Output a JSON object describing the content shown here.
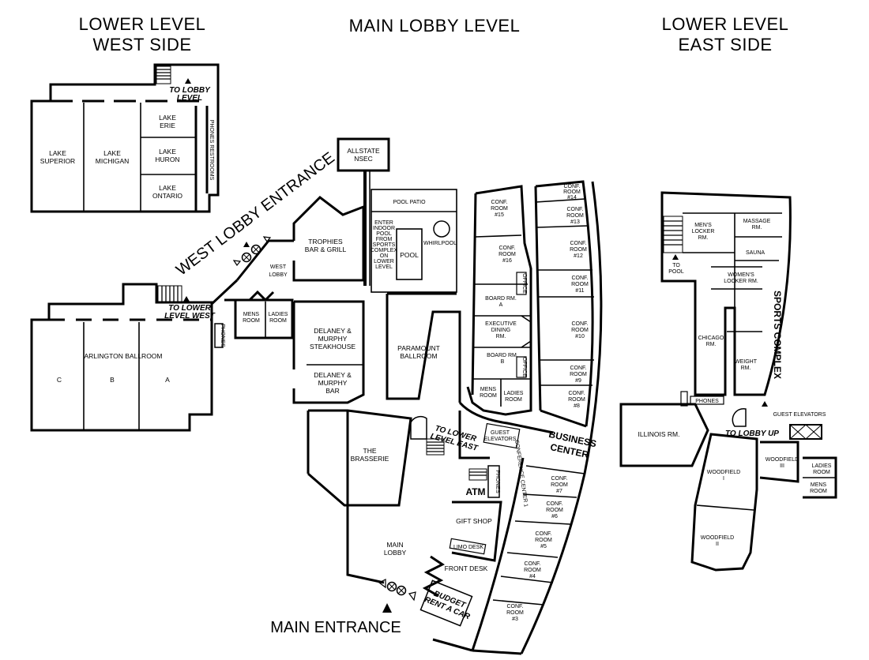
{
  "titles": {
    "west": [
      "LOWER LEVEL",
      "WEST SIDE"
    ],
    "main": "MAIN LOBBY LEVEL",
    "east": [
      "LOWER LEVEL",
      "EAST SIDE"
    ]
  },
  "entrances": {
    "west_lobby": "WEST LOBBY ENTRANCE",
    "main": "MAIN ENTRANCE"
  },
  "west_side": {
    "to_lobby": [
      "TO LOBBY",
      "LEVEL"
    ],
    "lake_superior": [
      "LAKE",
      "SUPERIOR"
    ],
    "lake_michigan": [
      "LAKE",
      "MICHIGAN"
    ],
    "lake_erie": [
      "LAKE",
      "ERIE"
    ],
    "lake_huron": [
      "LAKE",
      "HURON"
    ],
    "lake_ontario": [
      "LAKE",
      "ONTARIO"
    ],
    "phones_restrooms": "PHONES  RESTROOMS"
  },
  "main_level": {
    "allstate": [
      "ALLSTATE",
      "NSEC"
    ],
    "pool_patio": "POOL PATIO",
    "enter_pool": [
      "ENTER",
      "INDOOR",
      "POOL",
      "FROM",
      "SPORTS",
      "COMPLEX",
      "ON",
      "LOWER",
      "LEVEL"
    ],
    "pool": "POOL",
    "whirlpool": "WHIRLPOOL",
    "trophies": [
      "TROPHIES",
      "BAR & GRILL"
    ],
    "west_lobby": [
      "WEST",
      "LOBBY"
    ],
    "to_lower_west": [
      "TO LOWER",
      "LEVEL WEST"
    ],
    "arlington": "ARLINGTON BALLROOM",
    "arlington_sections": [
      "C",
      "B",
      "A"
    ],
    "phones": "PHONES",
    "mens_room": [
      "MENS",
      "ROOM"
    ],
    "ladies_room": [
      "LADIES",
      "ROOM"
    ],
    "delaney_steakhouse": [
      "DELANEY &",
      "MURPHY",
      "STEAKHOUSE"
    ],
    "delaney_bar": [
      "DELANEY &",
      "MURPHY",
      "BAR"
    ],
    "paramount": [
      "PARAMOUNT",
      "BALLROOM"
    ],
    "brasserie": [
      "THE",
      "BRASSERIE"
    ],
    "to_lower_east": [
      "TO LOWER",
      "LEVEL EAST"
    ],
    "guest_elevators": [
      "GUEST",
      "ELEVATORS"
    ],
    "atm": "ATM",
    "phones2": "PHONES",
    "gift_shop": "GIFT SHOP",
    "main_lobby": [
      "MAIN",
      "LOBBY"
    ],
    "limo_desk": "LIMO DESK",
    "front_desk": "FRONT DESK",
    "budget": [
      "BUDGET",
      "RENT A CAR"
    ],
    "conference_center": "CONFERENCE CENTER 1",
    "business_center": [
      "BUSINESS",
      "CENTER"
    ],
    "office": "OFFICE",
    "board_a": [
      "BOARD RM.",
      "A"
    ],
    "board_b": [
      "BOARD RM.",
      "B"
    ],
    "exec_dining": [
      "EXECUTIVE",
      "DINING",
      "RM."
    ],
    "rooms_left": [
      {
        "id": "15",
        "label": [
          "CONF.",
          "ROOM",
          "#15"
        ]
      },
      {
        "id": "16",
        "label": [
          "CONF.",
          "ROOM",
          "#16"
        ]
      }
    ],
    "rooms_right": [
      {
        "id": "14",
        "label": [
          "CONF.",
          "ROOM",
          "#14"
        ]
      },
      {
        "id": "13",
        "label": [
          "CONF.",
          "ROOM",
          "#13"
        ]
      },
      {
        "id": "12",
        "label": [
          "CONF.",
          "ROOM",
          "#12"
        ]
      },
      {
        "id": "11",
        "label": [
          "CONF.",
          "ROOM",
          "#11"
        ]
      },
      {
        "id": "10",
        "label": [
          "CONF.",
          "ROOM",
          "#10"
        ]
      },
      {
        "id": "9",
        "label": [
          "CONF.",
          "ROOM",
          "#9"
        ]
      },
      {
        "id": "8",
        "label": [
          "CONF.",
          "ROOM",
          "#8"
        ]
      }
    ],
    "rooms_lower": [
      {
        "id": "7",
        "label": [
          "CONF.",
          "ROOM",
          "#7"
        ]
      },
      {
        "id": "6",
        "label": [
          "CONF.",
          "ROOM",
          "#6"
        ]
      },
      {
        "id": "5",
        "label": [
          "CONF.",
          "ROOM",
          "#5"
        ]
      },
      {
        "id": "4",
        "label": [
          "CONF.",
          "ROOM",
          "#4"
        ]
      },
      {
        "id": "3",
        "label": [
          "CONF.",
          "ROOM",
          "#3"
        ]
      }
    ]
  },
  "east_side": {
    "mens_locker": [
      "MEN'S",
      "LOCKER",
      "RM."
    ],
    "massage": [
      "MASSAGE",
      "RM."
    ],
    "sauna": "SAUNA",
    "to_pool": [
      "TO",
      "POOL"
    ],
    "womens_locker": [
      "WOMEN'S",
      "LOCKER RM."
    ],
    "sports_complex": "SPORTS COMPLEX",
    "chicago": [
      "CHICAGO",
      "RM."
    ],
    "weight": [
      "WEIGHT",
      "RM."
    ],
    "phones": "PHONES",
    "guest_elevators": "GUEST ELEVATORS",
    "illinois": "ILLINOIS RM.",
    "to_lobby_up": "TO LOBBY UP",
    "woodfield_1": [
      "WOODFIELD",
      "I"
    ],
    "woodfield_2": [
      "WOODFIELD",
      "II"
    ],
    "woodfield_3": [
      "WOODFIELD",
      "III"
    ],
    "ladies_room": [
      "LADIES",
      "ROOM"
    ],
    "mens_room": [
      "MENS",
      "ROOM"
    ]
  }
}
